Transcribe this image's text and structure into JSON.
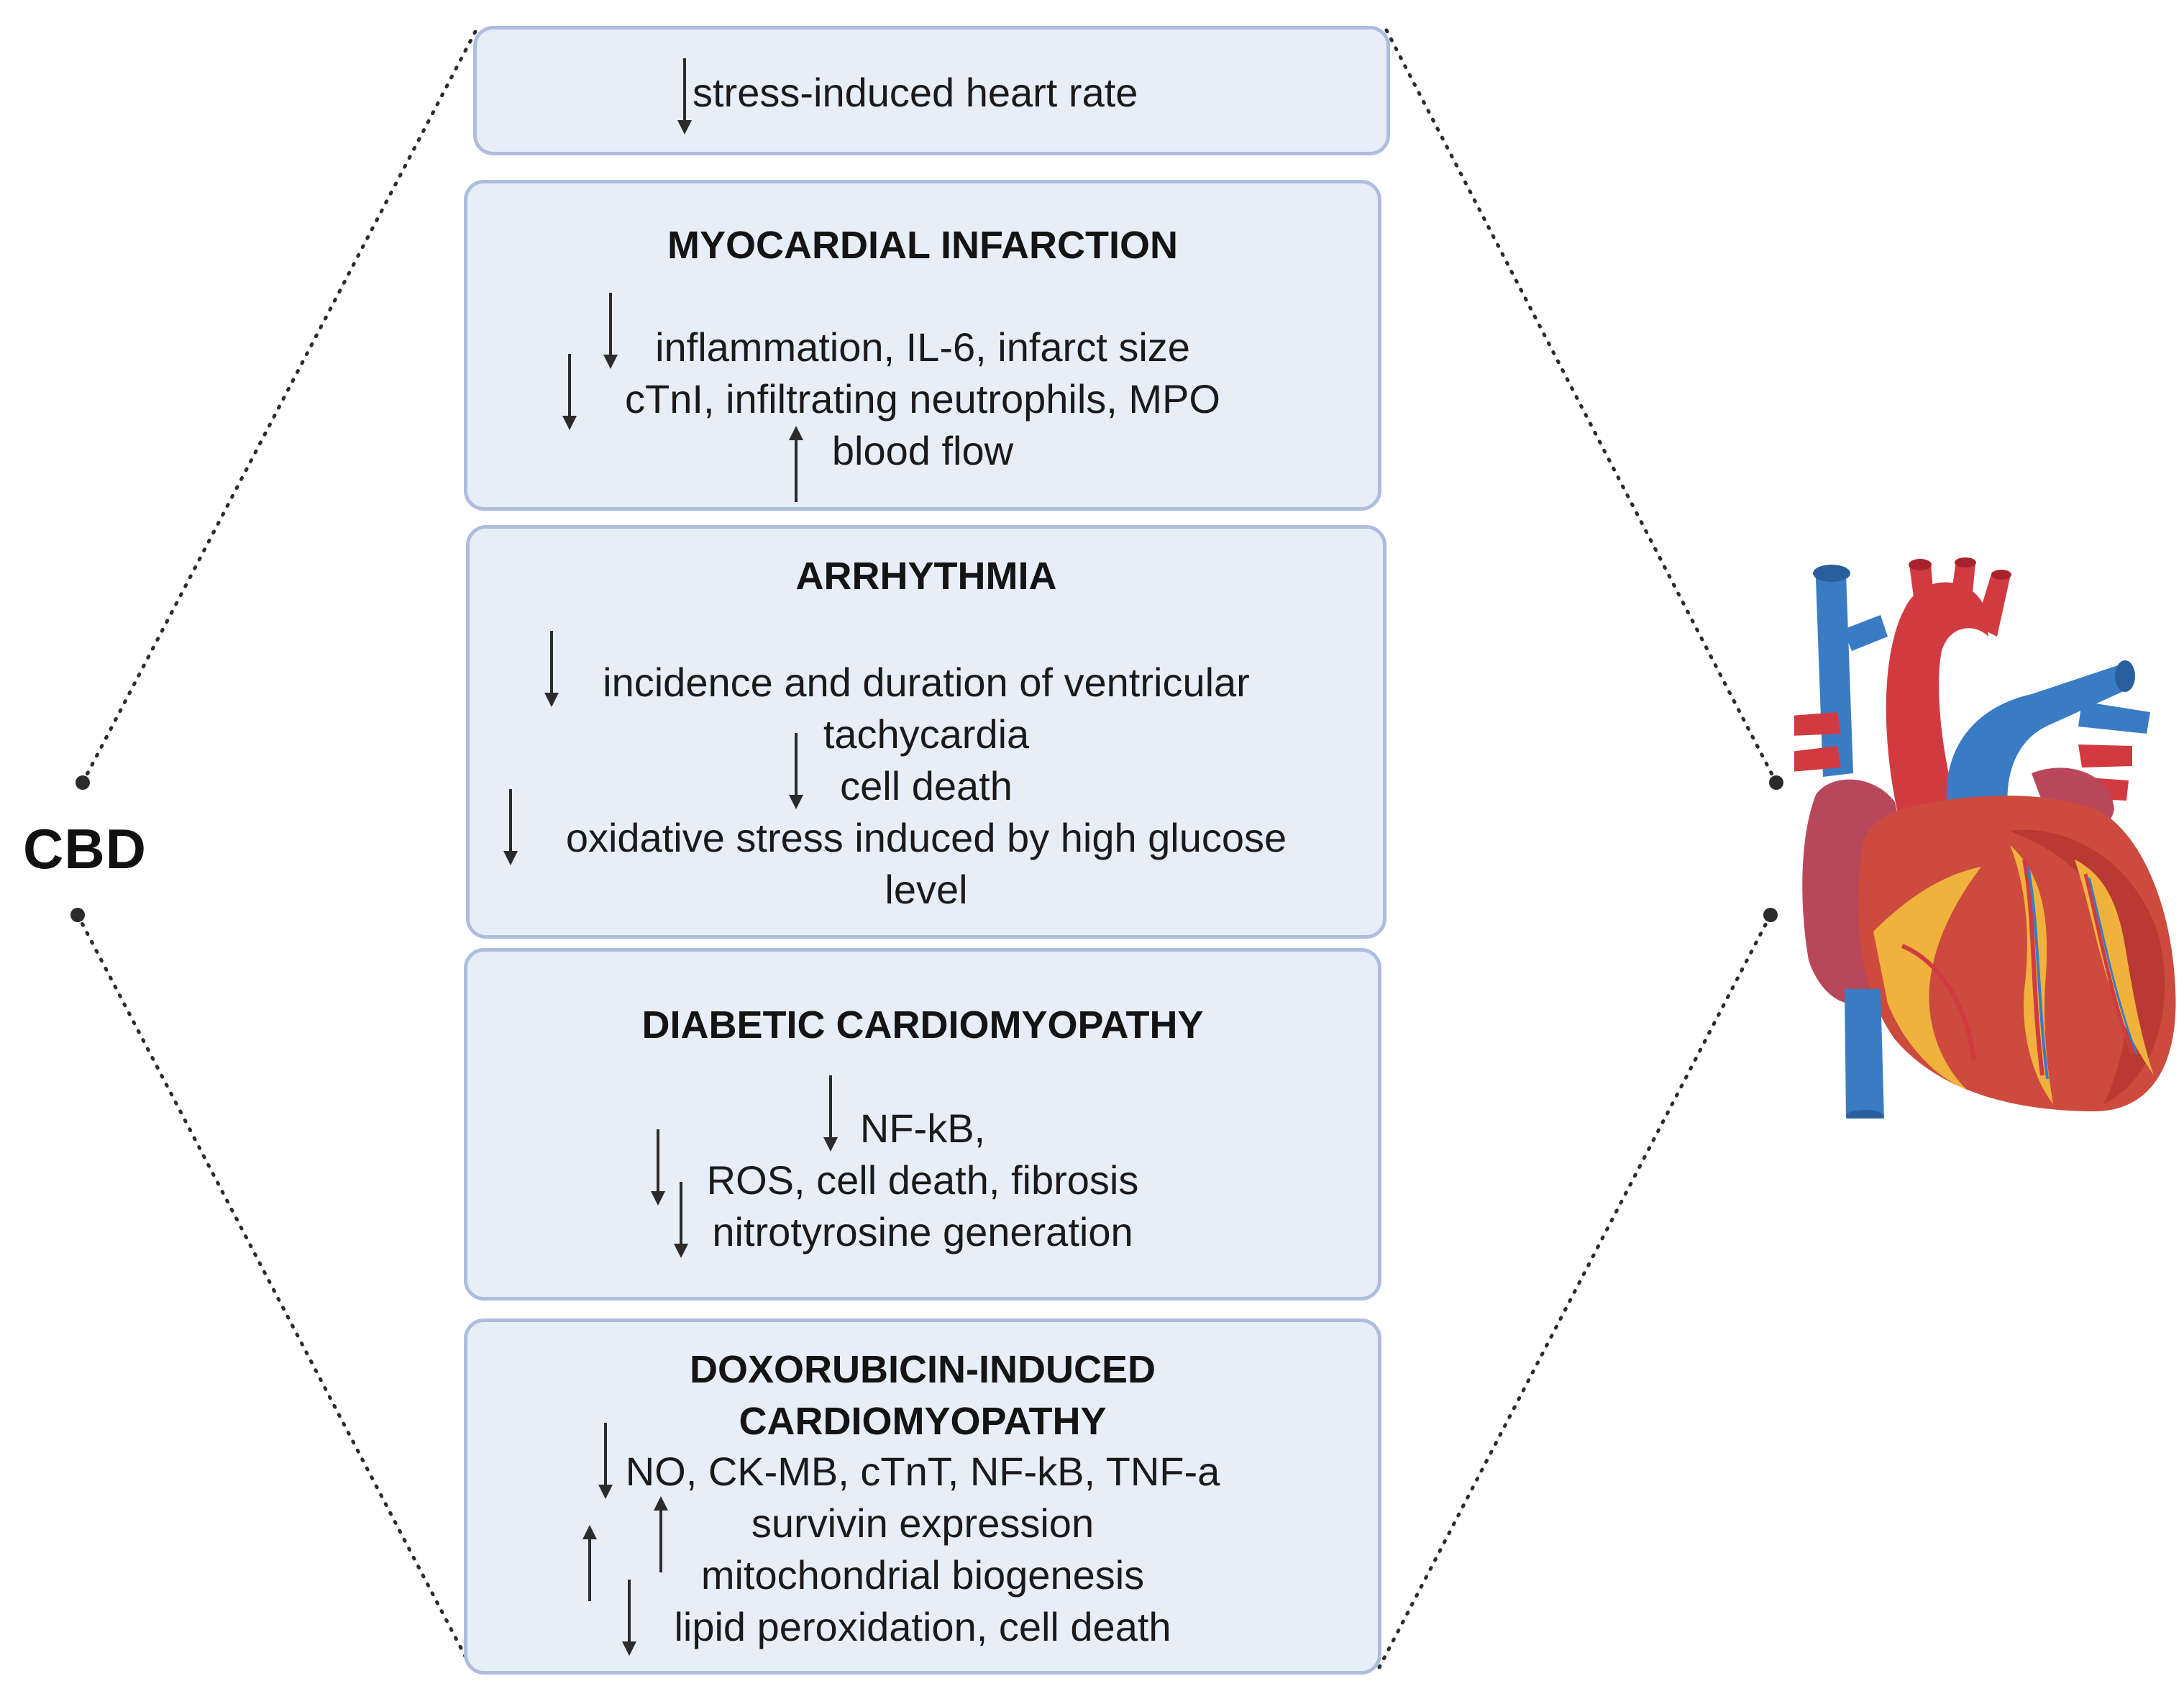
{
  "cbd_label": "CBD",
  "boxes": [
    {
      "id": "stress",
      "lines": [
        {
          "text": "stress-induced heart rate",
          "arrow": "down"
        }
      ]
    },
    {
      "id": "myocardial-infarction",
      "title": "MYOCARDIAL INFARCTION",
      "lines": [
        {
          "text": "inflammation, IL-6, infarct size",
          "arrow": "down"
        },
        {
          "text": "cTnI, infiltrating neutrophils, MPO",
          "arrow": "down"
        },
        {
          "text": "blood flow",
          "arrow": "up"
        }
      ]
    },
    {
      "id": "arrhythmia",
      "title": "ARRHYTHMIA",
      "lines": [
        {
          "text": "incidence and duration of ventricular",
          "arrow": "down"
        },
        {
          "text": "tachycardia"
        },
        {
          "text": "cell death",
          "arrow": "down"
        },
        {
          "text": "oxidative stress induced by high glucose",
          "arrow": "down"
        },
        {
          "text": "level"
        }
      ]
    },
    {
      "id": "diabetic-cardiomyopathy",
      "title": "DIABETIC CARDIOMYOPATHY",
      "lines": [
        {
          "text": "NF-kB,",
          "arrow": "down"
        },
        {
          "text": "ROS, cell death, fibrosis",
          "arrow": "down"
        },
        {
          "text": "nitrotyrosine generation",
          "arrow": "down"
        }
      ]
    },
    {
      "id": "doxorubicin-cardiomyopathy",
      "title_lines": [
        "DOXORUBICIN-INDUCED",
        "CARDIOMYOPATHY"
      ],
      "lines": [
        {
          "text": "NO, CK-MB, cTnT, NF-kB, TNF-a",
          "arrow": "down"
        },
        {
          "text": "survivin expression",
          "arrow": "up"
        },
        {
          "text": "mitochondrial biogenesis",
          "arrow": "up"
        },
        {
          "text": "lipid peroxidation, cell death",
          "arrow": "down"
        }
      ]
    }
  ],
  "colors": {
    "box_fill": "#e8eef8",
    "box_border": "#aebddd",
    "connector": "#2b2b2b",
    "vein_blue": "#3a7cc4",
    "artery_red": "#d23a42",
    "heart_muscle": "#cc4a3e",
    "fat_yellow": "#f0b23c"
  }
}
